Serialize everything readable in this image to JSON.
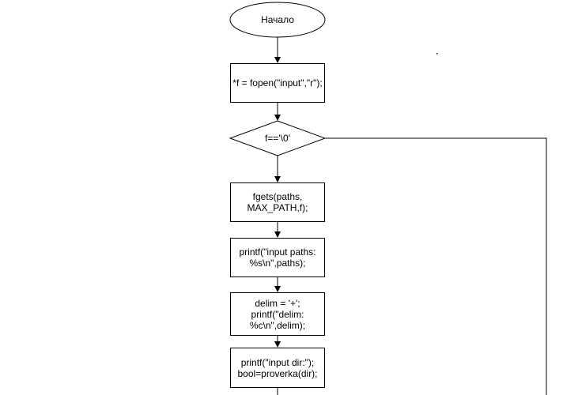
{
  "diagram": {
    "start": "Начало",
    "step_fopen": "*f = fopen(\"input\",\"r\");",
    "decision": "f=='\\0'",
    "step_fgets": "fgets(paths,\nMAX_PATH,f);",
    "step_printf_paths": "printf(\"input paths:\n%s\\n\",paths);",
    "step_delim": "delim = '+';\nprintf(\"delim:\n%c\\n\",delim);",
    "step_input_dir": "printf(\"input dir:\");\nbool=proverka(dir);"
  }
}
